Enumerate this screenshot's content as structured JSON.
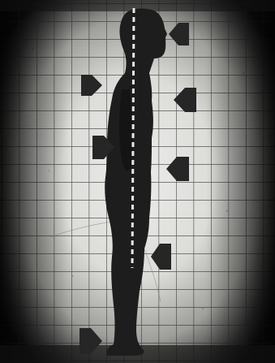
{
  "image": {
    "subject": "side-profile-posture-silhouette",
    "style": "vintage-grayscale-photograph",
    "colors": {
      "backdrop_light": "#e9e9e6",
      "backdrop_mid": "#a9a9a5",
      "vignette_dark": "#101010",
      "grid_line": "#2e2e2e",
      "silhouette": "#1d1d1d",
      "arrow": "#262626",
      "plumb_line": "#e8e8e8"
    },
    "grid": {
      "visible": true
    },
    "plumb_line": {
      "visible": true,
      "style": "dashed"
    },
    "arrows": [
      {
        "name": "arrow-head",
        "side": "right",
        "points": "left"
      },
      {
        "name": "arrow-upper-back",
        "side": "left",
        "points": "right"
      },
      {
        "name": "arrow-chest",
        "side": "right",
        "points": "left"
      },
      {
        "name": "arrow-lower-back",
        "side": "left",
        "points": "right"
      },
      {
        "name": "arrow-abdomen",
        "side": "right",
        "points": "left"
      },
      {
        "name": "arrow-knee",
        "side": "right",
        "points": "left"
      },
      {
        "name": "arrow-heel",
        "side": "left",
        "points": "right"
      }
    ]
  }
}
